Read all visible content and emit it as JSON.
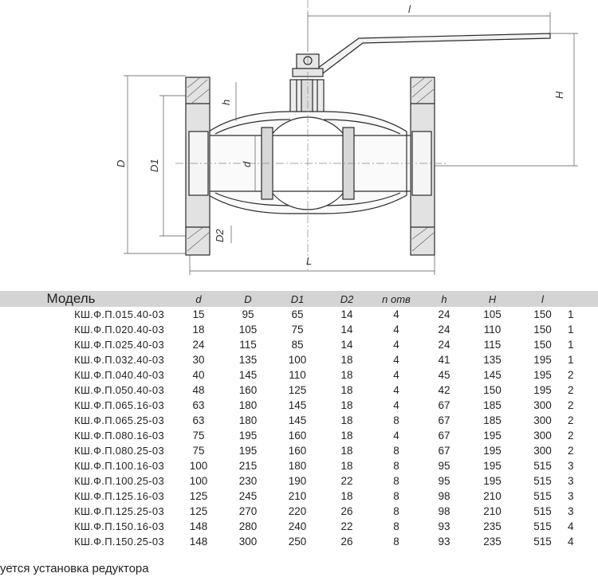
{
  "drawing": {
    "labels": {
      "handle_length": "l",
      "body_length": "L",
      "height": "H",
      "stem_height": "h",
      "outer_diameter": "D",
      "bolt_circle": "D1",
      "bolt_hole": "D2",
      "bore": "d"
    }
  },
  "table": {
    "headers": [
      "Модель",
      "d",
      "D",
      "D1",
      "D2",
      "n отв",
      "h",
      "H",
      "l",
      ""
    ],
    "rows": [
      [
        "КШ.Ф.П.015.40-03",
        "15",
        "95",
        "65",
        "14",
        "4",
        "24",
        "105",
        "150",
        "1"
      ],
      [
        "КШ.Ф.П.020.40-03",
        "18",
        "105",
        "75",
        "14",
        "4",
        "24",
        "110",
        "150",
        "1"
      ],
      [
        "КШ.Ф.П.025.40-03",
        "24",
        "115",
        "85",
        "14",
        "4",
        "24",
        "115",
        "150",
        "1"
      ],
      [
        "КШ.Ф.П.032.40-03",
        "30",
        "135",
        "100",
        "18",
        "4",
        "41",
        "135",
        "195",
        "1"
      ],
      [
        "КШ.Ф.П.040.40-03",
        "40",
        "145",
        "110",
        "18",
        "4",
        "45",
        "145",
        "195",
        "2"
      ],
      [
        "КШ.Ф.П.050.40-03",
        "48",
        "160",
        "125",
        "18",
        "4",
        "42",
        "150",
        "195",
        "2"
      ],
      [
        "КШ.Ф.П.065.16-03",
        "63",
        "180",
        "145",
        "18",
        "4",
        "67",
        "185",
        "300",
        "2"
      ],
      [
        "КШ.Ф.П.065.25-03",
        "63",
        "180",
        "145",
        "18",
        "8",
        "67",
        "185",
        "300",
        "2"
      ],
      [
        "КШ.Ф.П.080.16-03",
        "75",
        "195",
        "160",
        "18",
        "4",
        "67",
        "195",
        "300",
        "2"
      ],
      [
        "КШ.Ф.П.080.25-03",
        "75",
        "195",
        "160",
        "18",
        "8",
        "67",
        "195",
        "300",
        "2"
      ],
      [
        "КШ.Ф.П.100.16-03",
        "100",
        "215",
        "180",
        "18",
        "8",
        "95",
        "195",
        "515",
        "3"
      ],
      [
        "КШ.Ф.П.100.25-03",
        "100",
        "230",
        "190",
        "22",
        "8",
        "95",
        "195",
        "515",
        "3"
      ],
      [
        "КШ.Ф.П.125.16-03",
        "125",
        "245",
        "210",
        "18",
        "8",
        "98",
        "210",
        "515",
        "3"
      ],
      [
        "КШ.Ф.П.125.25-03",
        "125",
        "270",
        "220",
        "26",
        "8",
        "98",
        "210",
        "515",
        "3"
      ],
      [
        "КШ.Ф.П.150.16-03",
        "148",
        "280",
        "240",
        "22",
        "8",
        "93",
        "235",
        "515",
        "4"
      ],
      [
        "КШ.Ф.П.150.25-03",
        "148",
        "300",
        "250",
        "26",
        "8",
        "93",
        "235",
        "515",
        "4"
      ]
    ]
  },
  "footnote": "уется установка редуктора"
}
